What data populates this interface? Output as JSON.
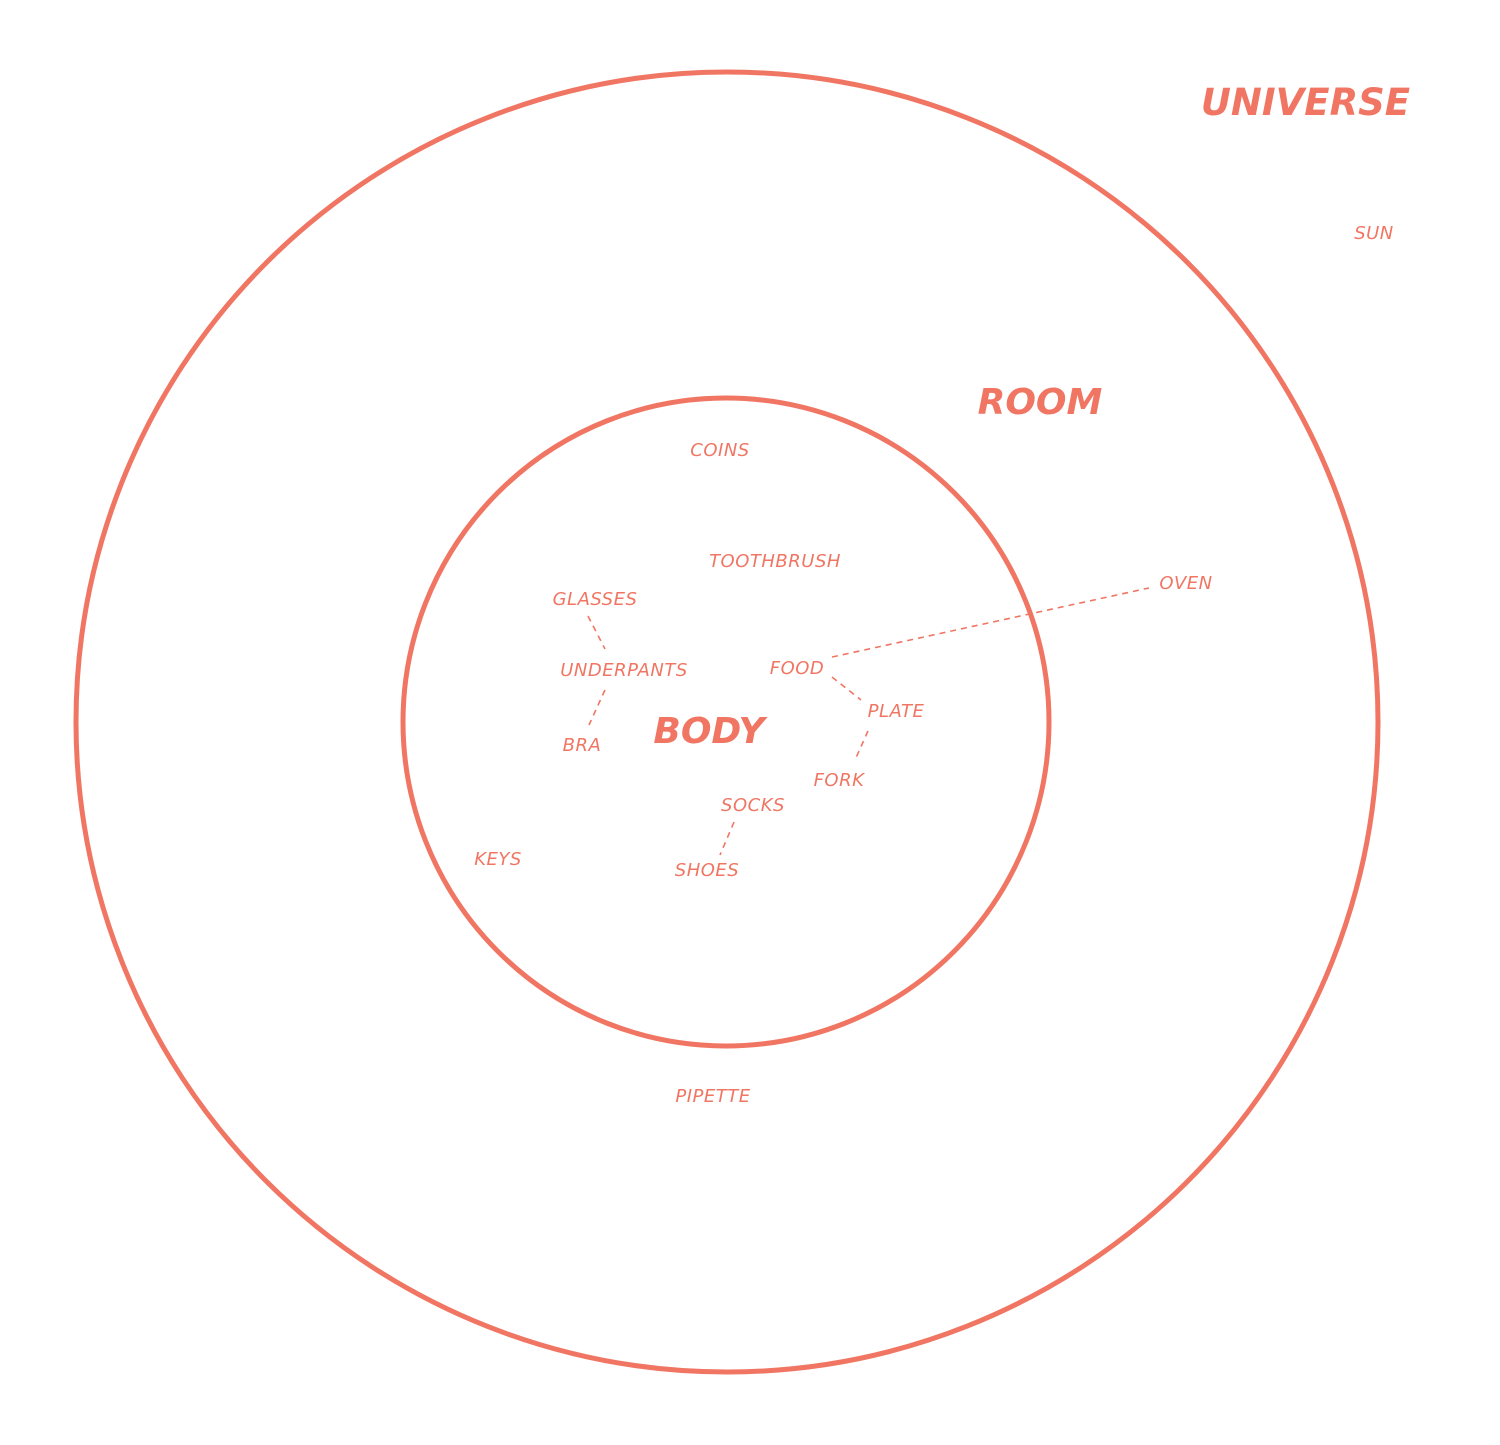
{
  "colors": {
    "accent": "#f07663",
    "background": "#ffffff"
  },
  "zones": {
    "universe": "UNIVERSE",
    "room": "ROOM",
    "body": "BODY"
  },
  "items": {
    "sun": "SUN",
    "coins": "COINS",
    "toothbrush": "TOOTHBRUSH",
    "oven": "OVEN",
    "glasses": "GLASSES",
    "underpants": "UNDERPANTS",
    "bra": "BRA",
    "food": "FOOD",
    "plate": "PLATE",
    "fork": "FORK",
    "socks": "SOCKS",
    "shoes": "SHOES",
    "keys": "KEYS",
    "pipette": "PIPETTE"
  },
  "links": [
    [
      "glasses",
      "underpants"
    ],
    [
      "underpants",
      "bra"
    ],
    [
      "food",
      "oven"
    ],
    [
      "food",
      "plate"
    ],
    [
      "plate",
      "fork"
    ],
    [
      "socks",
      "shoes"
    ]
  ]
}
